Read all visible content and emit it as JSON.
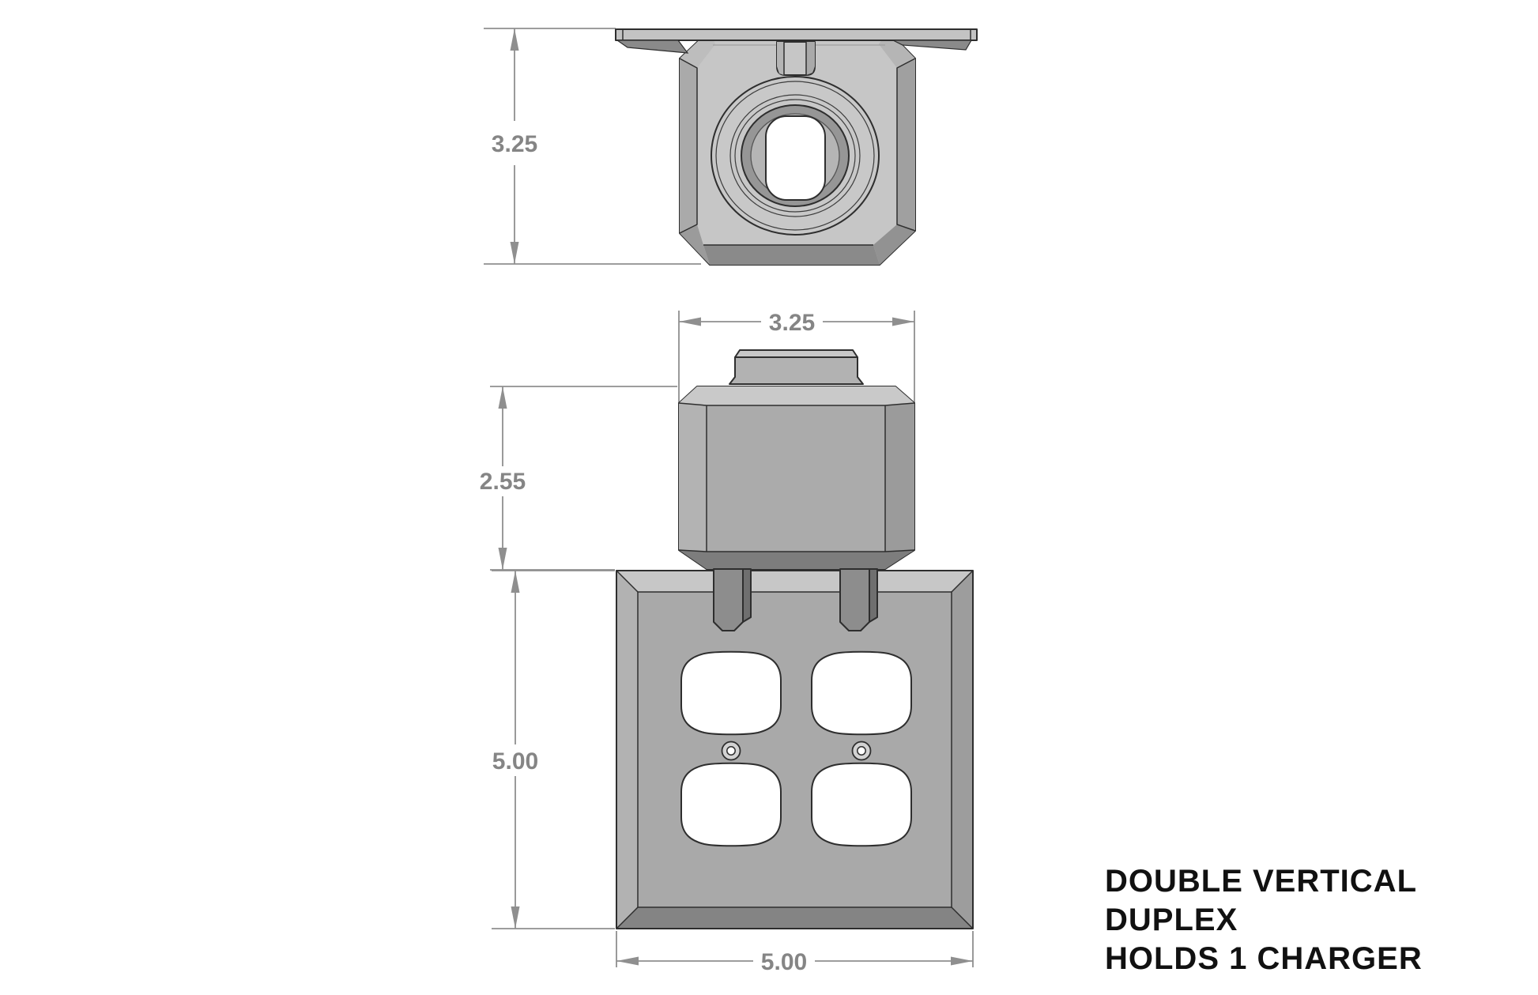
{
  "page": {
    "background": "#ffffff"
  },
  "colors": {
    "dimension_lines": "#8f8f8f",
    "dimension_text": "#858585",
    "part_outline": "#2e2e2e",
    "part_light_face": "#c8c8c8",
    "part_mid_face": "#a9a9a9",
    "part_dark_face": "#7d7d7d",
    "caption_text": "#111111",
    "hole_fill": "#ffffff"
  },
  "dimensions": {
    "top_view_depth": "3.25",
    "front_view_width": "3.25",
    "front_view_height": "2.55",
    "plate_height": "5.00",
    "plate_width": "5.00"
  },
  "caption": {
    "line1": "DOUBLE VERTICAL",
    "line2": "DUPLEX",
    "line3": "HOLDS 1 CHARGER"
  }
}
